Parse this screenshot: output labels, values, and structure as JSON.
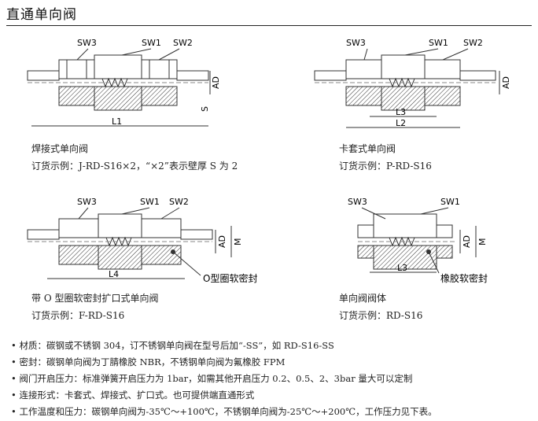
{
  "page_title": "直通单向阀",
  "figures": [
    {
      "labels": {
        "sw3": "SW3",
        "sw1": "SW1",
        "sw2": "SW2",
        "ad": "AD",
        "s": "S",
        "len": "L1"
      },
      "caption": "焊接式单向阀",
      "order_example": "订货示例：J-RD-S16×2，“×2”表示壁厚 S 为 2"
    },
    {
      "labels": {
        "sw3": "SW3",
        "sw1": "SW1",
        "sw2": "SW2",
        "ad": "AD",
        "len_inner": "L3",
        "len_outer": "L2"
      },
      "caption": "卡套式单向阀",
      "order_example": "订货示例：P-RD-S16"
    },
    {
      "labels": {
        "sw3": "SW3",
        "sw1": "SW1",
        "sw2": "SW2",
        "ad": "AD",
        "m": "M",
        "len": "L4",
        "callout": "O型圈软密封"
      },
      "caption": "带 O 型圈软密封扩口式单向阀",
      "order_example": "订货示例：F-RD-S16"
    },
    {
      "labels": {
        "sw3": "SW3",
        "sw1": "SW1",
        "ad": "AD",
        "m": "M",
        "len": "L3",
        "callout": "橡胶软密封"
      },
      "caption": "单向阀阀体",
      "order_example": "订货示例：RD-S16"
    }
  ],
  "specs": [
    "• 材质：碳钢或不锈钢 304，订不锈钢单向阀在型号后加“-SS”，如 RD-S16-SS",
    "• 密封：碳钢单向阀为丁腈橡胶 NBR，不锈钢单向阀为氟橡胶 FPM",
    "• 阀门开启压力：标准弹簧开启压力为 1bar，如需其他开启压力 0.2、0.5、2、3bar 量大可以定制",
    "• 连接形式：卡套式、焊接式、扩口式。也可提供端直通形式",
    "• 工作温度和压力：碳钢单向阀为-35℃～+100℃，不锈钢单向阀为-25℃～+200℃，工作压力见下表。"
  ]
}
